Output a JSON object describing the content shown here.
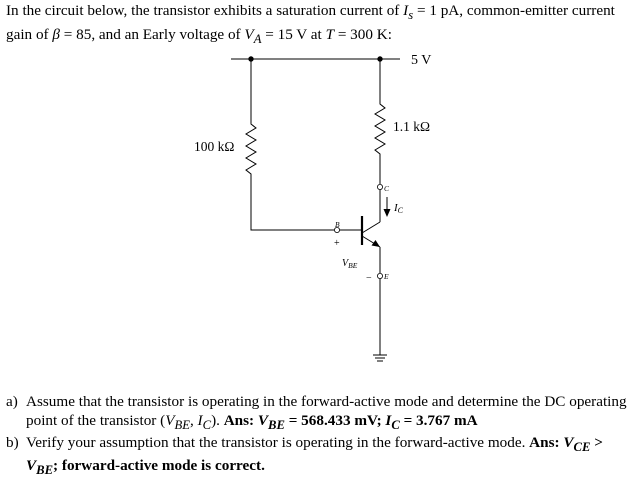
{
  "intro": {
    "p1": "In the circuit below, the transistor exhibits a saturation current of ",
    "is_sym": "I",
    "is_sub": "s",
    "p2": " = 1 pA, common-emitter current gain of ",
    "beta_sym": "β",
    "p3": " = 85, and an Early voltage of ",
    "va_sym": "V",
    "va_sub": "A",
    "p4": " = 15 V at ",
    "t_sym": "T",
    "p5": " = 300 K:"
  },
  "circuit": {
    "supply_label": "5 V",
    "rc_label": "1.1 kΩ",
    "rb_label": "100 kΩ",
    "collector_node": "C",
    "ic_label": "I",
    "ic_sub": "C",
    "base_node": "B",
    "vbe_plus": "+",
    "vbe_label": "V",
    "vbe_sub": "BE",
    "vbe_minus": "−",
    "emitter_node": "E"
  },
  "questions": [
    {
      "label": "a)",
      "t1": "Assume that the transistor is operating in the forward-active mode and determine the DC operating point of the transistor (",
      "v_sym": "V",
      "v_sub": "BE",
      "t2": ", ",
      "i_sym": "I",
      "i_sub": "C",
      "t3": "). ",
      "ans_label": "Ans: ",
      "ans_v_sym": "V",
      "ans_v_sub": "BE",
      "ans_v_val": " = 568.433 mV; ",
      "ans_i_sym": "I",
      "ans_i_sub": "C",
      "ans_i_val": " = 3.767 mA"
    },
    {
      "label": "b)",
      "t1": "Verify your assumption that the transistor is operating in the forward-active mode. ",
      "ans_label": "Ans: ",
      "vce_sym": "V",
      "vce_sub": "CE",
      "gt": " > ",
      "vbe_sym": "V",
      "vbe_sub": "BE",
      "tail": "; forward-active mode is correct."
    }
  ]
}
